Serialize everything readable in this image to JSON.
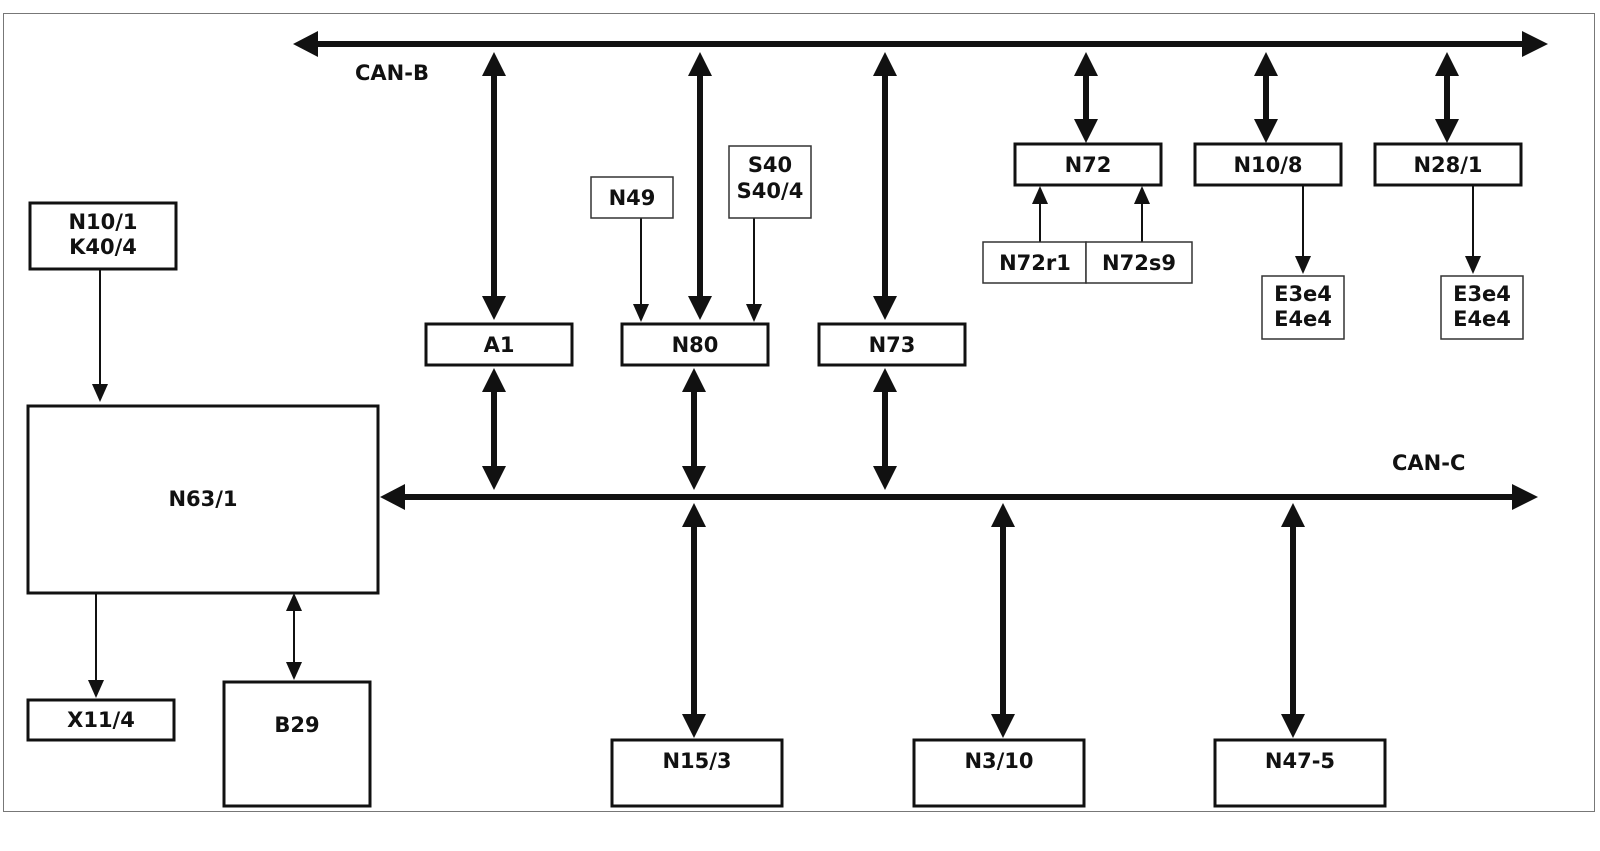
{
  "buses": {
    "can_b": "CAN-B",
    "can_c": "CAN-C"
  },
  "modules": {
    "n10_1_k40_4": [
      "N10/1",
      "K40/4"
    ],
    "n63_1": "N63/1",
    "x11_4": "X11/4",
    "b29": "B29",
    "a1": "A1",
    "n49": "N49",
    "n80": "N80",
    "s40": [
      "S40",
      "S40/4"
    ],
    "n73": "N73",
    "n72": "N72",
    "n72r1": "N72r1",
    "n72s9": "N72s9",
    "n10_8": "N10/8",
    "n28_1": "N28/1",
    "e3e4_a": [
      "E3e4",
      "E4e4"
    ],
    "e3e4_b": [
      "E3e4",
      "E4e4"
    ],
    "n15_3": "N15/3",
    "n3_10": "N3/10",
    "n47_5": "N47-5"
  }
}
